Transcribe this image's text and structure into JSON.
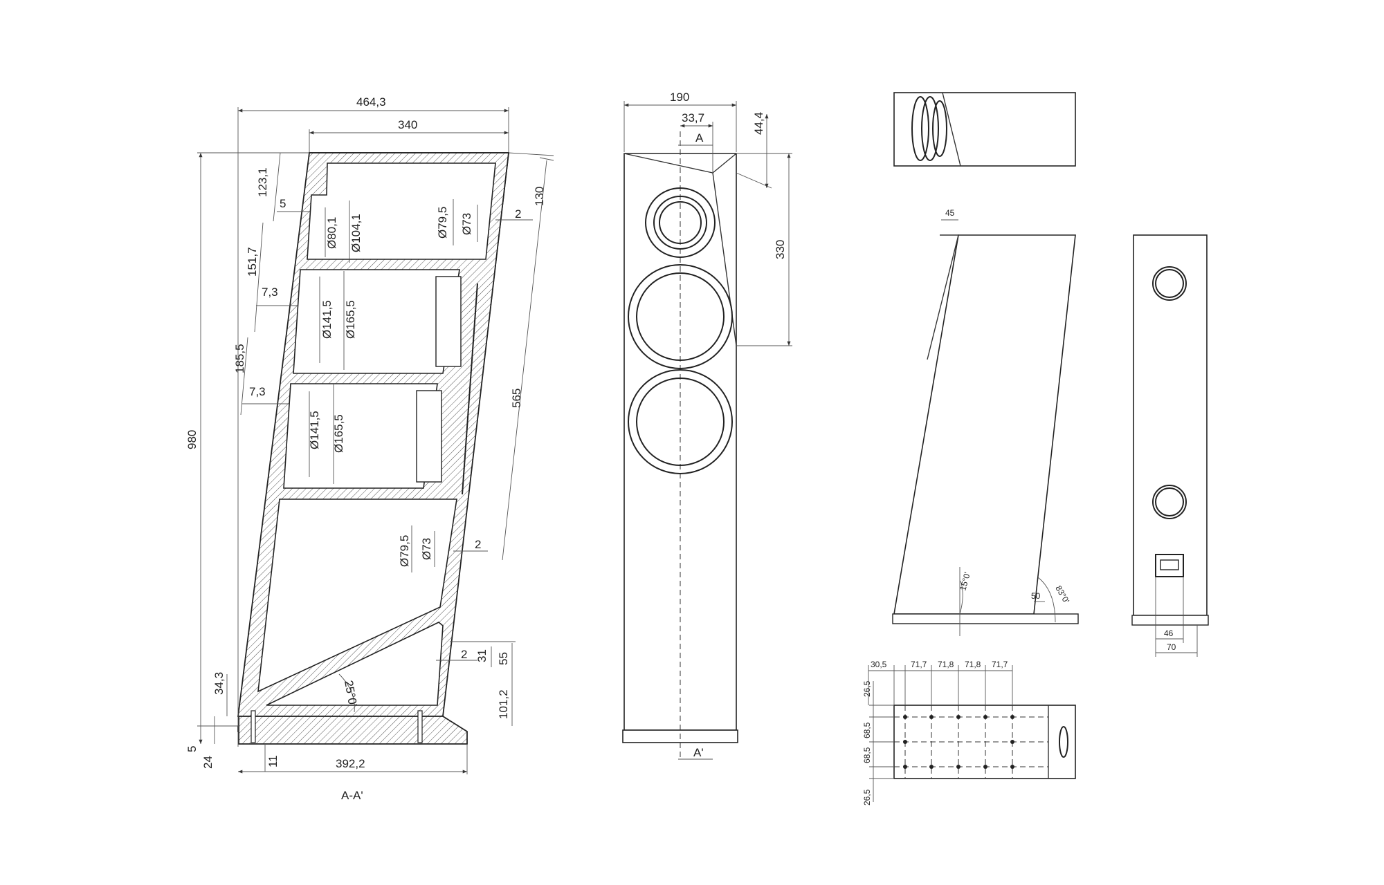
{
  "section_view": {
    "dims": {
      "overall_width": "464,3",
      "top_width": "340",
      "height": "980",
      "top_offset": "123,1",
      "small_gap": "5",
      "dia_80_1": "Ø80,1",
      "dia_104_1": "Ø104,1",
      "dia_79_5_top": "Ø79,5",
      "dia_73_top": "Ø73",
      "gap_2_top": "2",
      "side_130": "130",
      "spacing_151_7": "151,7",
      "recess_7_3_a": "7,3",
      "dia_141_5_a": "Ø141,5",
      "dia_165_5_a": "Ø165,5",
      "spacing_185_5": "185,5",
      "recess_7_3_b": "7,3",
      "dia_141_5_b": "Ø141,5",
      "dia_165_5_b": "Ø165,5",
      "side_565": "565",
      "dia_79_5_bottom": "Ø79,5",
      "dia_73_bottom": "Ø73",
      "gap_2_bottom": "2",
      "gap_2_low": "2",
      "dim_31": "31",
      "dim_55": "55",
      "angle_25": "25°0'",
      "dim_101_2": "101,2",
      "dim_34_3": "34,3",
      "dim_5": "5",
      "dim_24": "24",
      "dim_11": "11",
      "base_392_2": "392,2"
    },
    "caption": "A-A'"
  },
  "front_view": {
    "dims": {
      "width": "190",
      "offset_33_7": "33,7",
      "offset_44_4": "44,4",
      "height_330": "330"
    },
    "section_top": "A",
    "section_bottom": "A'"
  },
  "side_view": {
    "dims": {
      "top_45": "45",
      "angle_15": "15°0'",
      "angle_83": "83°0'",
      "base_50": "50"
    }
  },
  "rear_view": {
    "dims": {
      "dim_46": "46",
      "dim_70": "70"
    }
  },
  "base_plan": {
    "cols": [
      "30,5",
      "71,7",
      "71,8",
      "71,8",
      "71,7"
    ],
    "rows": [
      "26,5",
      "68,5",
      "68,5",
      "26,5"
    ]
  }
}
